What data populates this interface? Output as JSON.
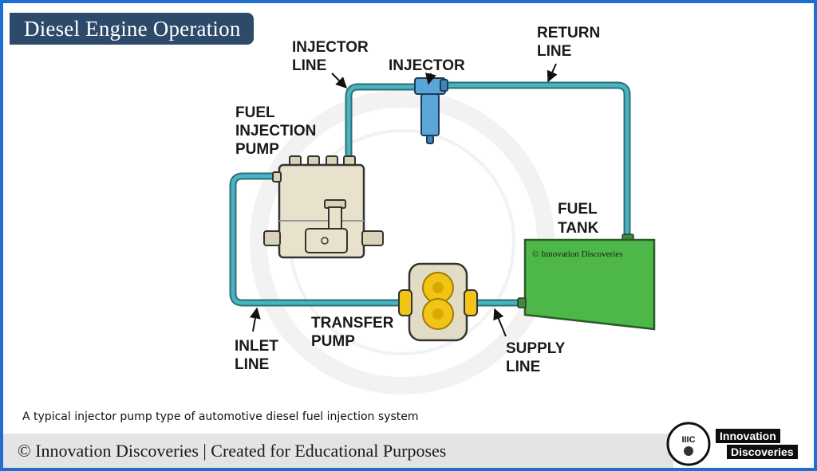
{
  "title": "Diesel Engine Operation",
  "labels": {
    "injector_line": [
      "INJECTOR",
      "LINE"
    ],
    "injector": "INJECTOR",
    "return_line": [
      "RETURN",
      "LINE"
    ],
    "fuel_injection_pump": [
      "FUEL",
      "INJECTION",
      "PUMP"
    ],
    "fuel_tank": [
      "FUEL",
      "TANK"
    ],
    "transfer_pump": [
      "TRANSFER",
      "PUMP"
    ],
    "supply_line": [
      "SUPPLY",
      "LINE"
    ],
    "inlet_line": [
      "INLET",
      "LINE"
    ]
  },
  "tank_watermark": "© Innovation Discoveries",
  "caption": "A typical injector pump type of automotive diesel fuel injection system",
  "footer": "© Innovation Discoveries | Created for Educational Purposes",
  "brand": {
    "line1": "Innovation",
    "line2": "Discoveries",
    "logo_text": "IIIC"
  },
  "colors": {
    "frame": "#1f6fd1",
    "title_banner": "#2d4a6b",
    "fuel_line": "#3a9aa6",
    "fuel_tank": "#4db847",
    "gear": "#f2c418",
    "pump_body": "#e8e2cc",
    "injector": "#5aa6d8"
  }
}
